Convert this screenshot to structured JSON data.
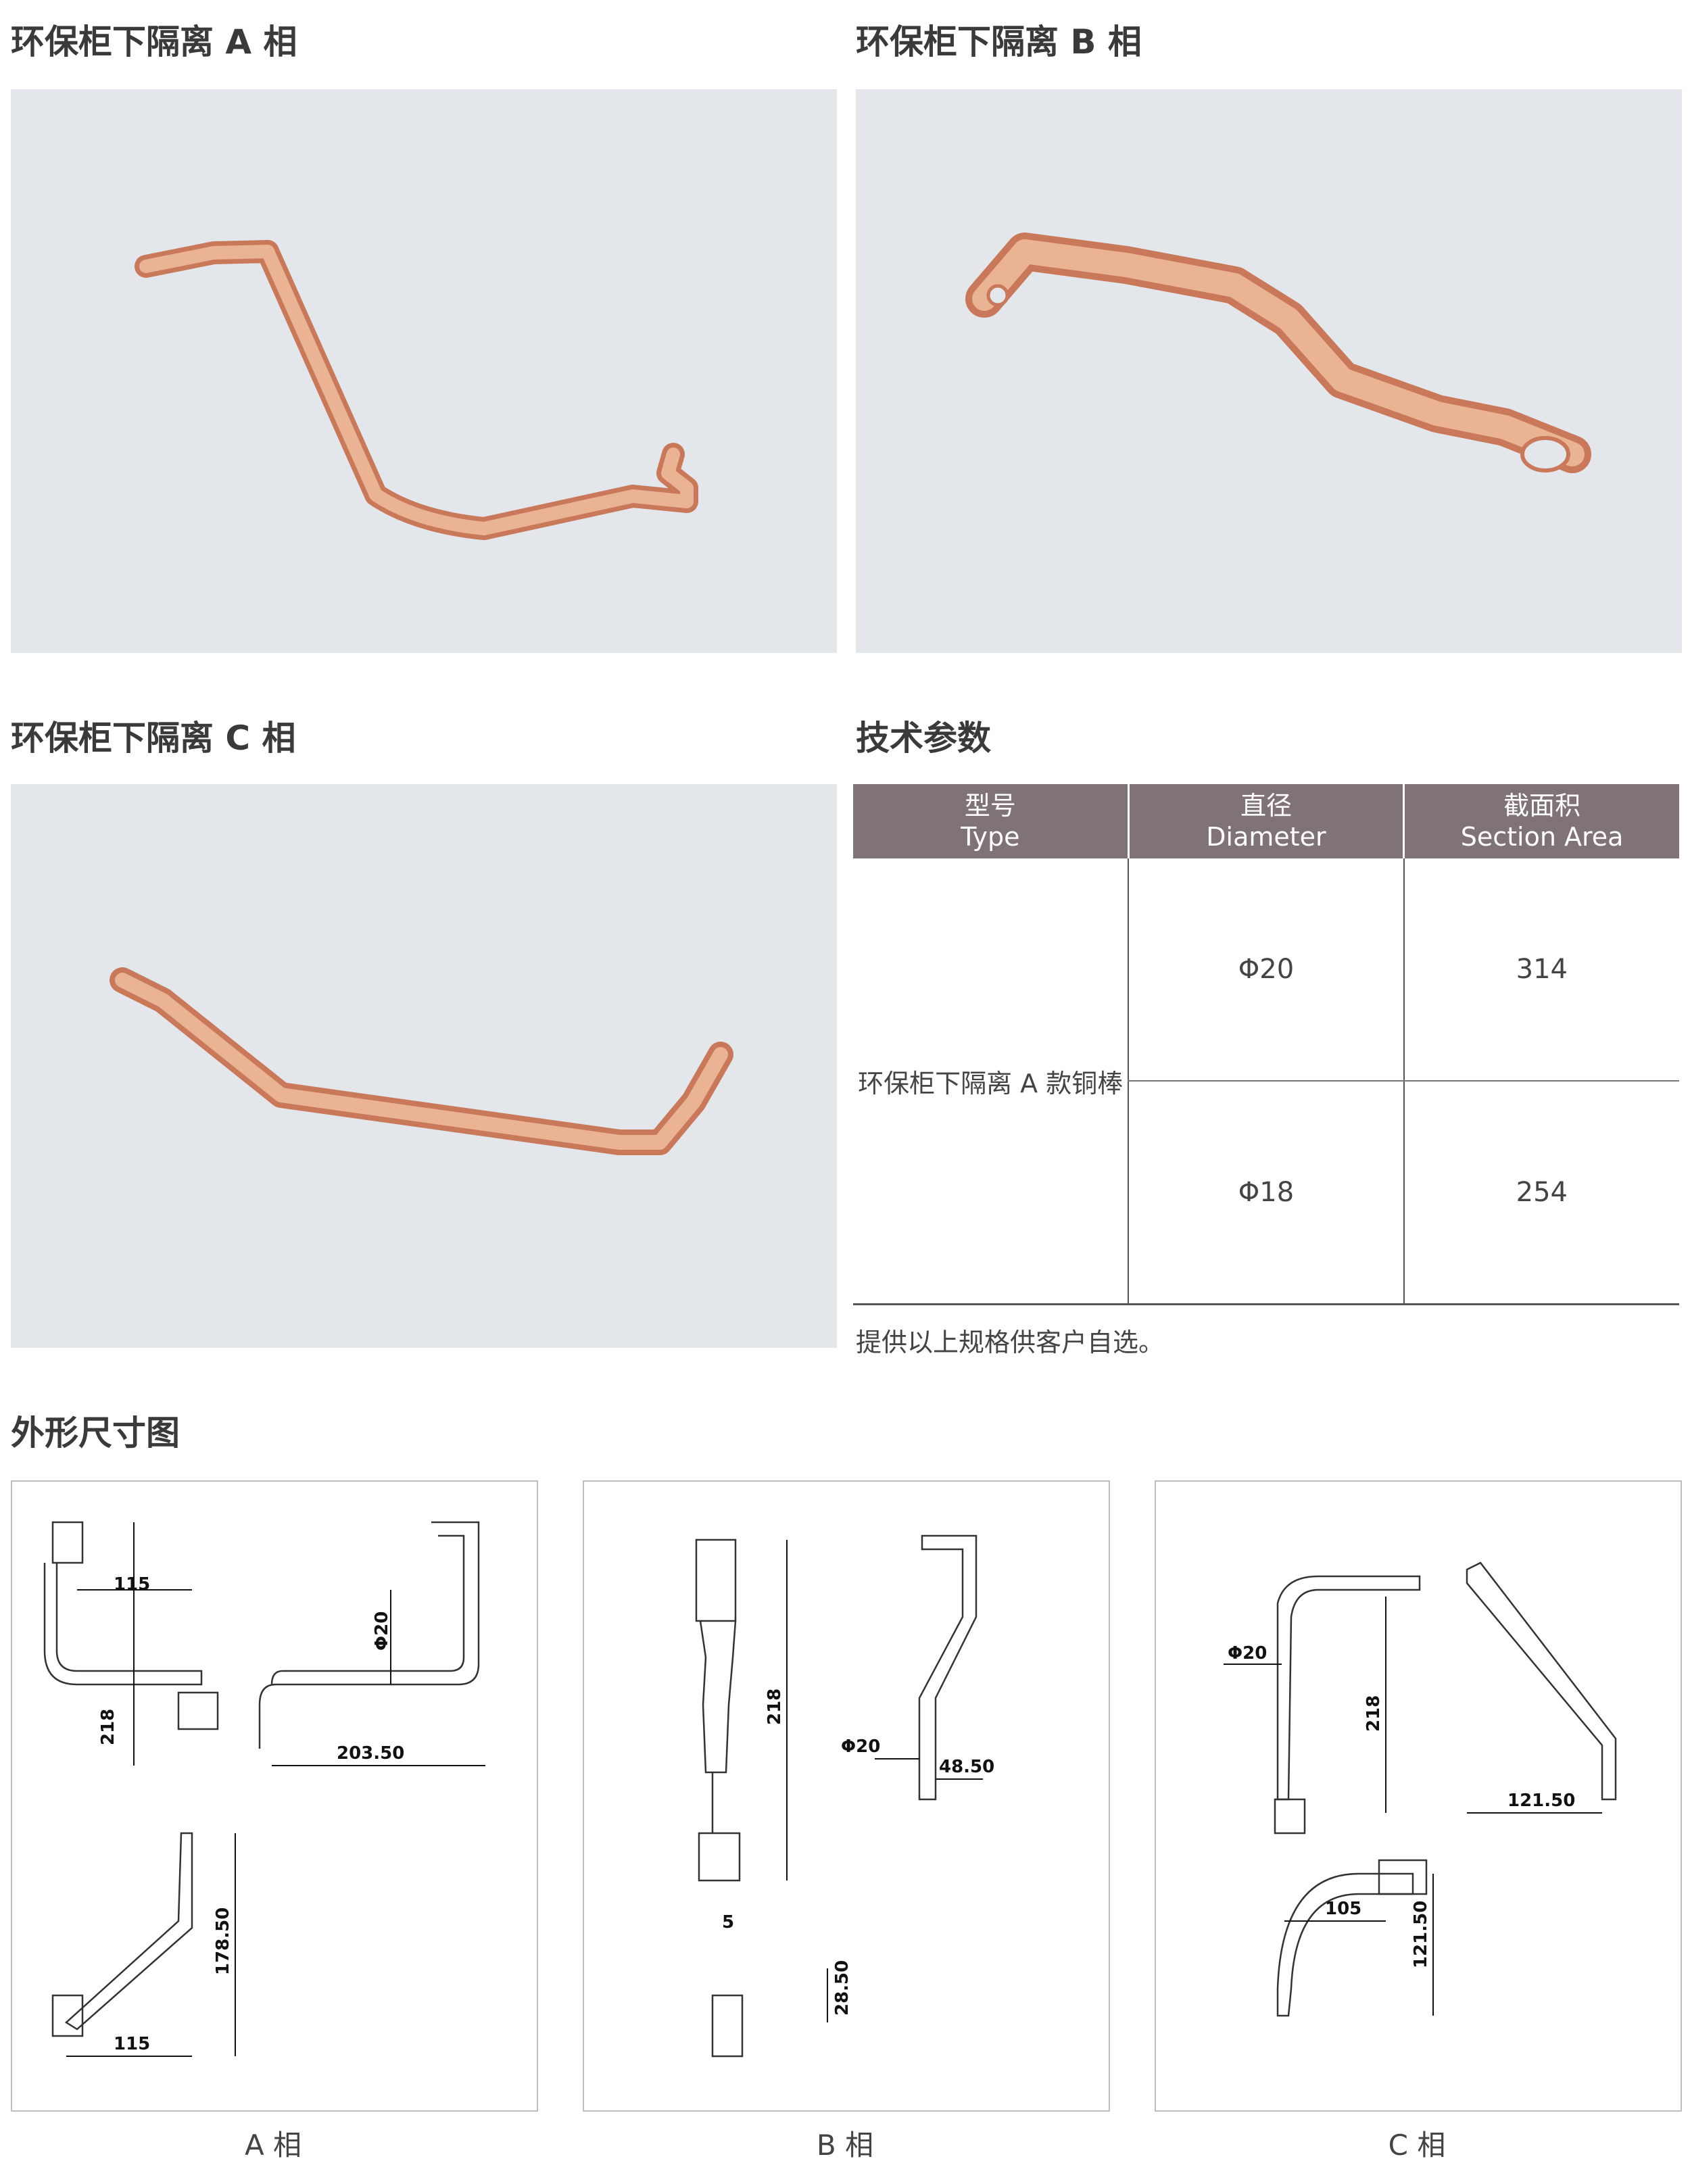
{
  "sections": {
    "phase_a_title": "环保柜下隔离 A 相",
    "phase_b_title": "环保柜下隔离 B 相",
    "phase_c_title": "环保柜下隔离 C 相",
    "tech_title": "技术参数",
    "dims_title": "外形尺寸图"
  },
  "table": {
    "headers": [
      {
        "zh": "型号",
        "en": "Type"
      },
      {
        "zh": "直径",
        "en": "Diameter"
      },
      {
        "zh": "截面积",
        "en": "Section Area"
      }
    ],
    "type_name": "环保柜下隔离 A 款铜棒",
    "rows": [
      {
        "diameter": "Φ20",
        "area": "314"
      },
      {
        "diameter": "Φ18",
        "area": "254"
      }
    ]
  },
  "note": "提供以上规格供客户自选。",
  "drawings": {
    "a": {
      "caption": "A 相",
      "dims": [
        "115",
        "218",
        "Φ20",
        "203.50",
        "178.50",
        "115"
      ]
    },
    "b": {
      "caption": "B 相",
      "dims": [
        "218",
        "Φ20",
        "48.50",
        "5",
        "28.50"
      ]
    },
    "c": {
      "caption": "C 相",
      "dims": [
        "Φ20",
        "218",
        "121.50",
        "105",
        "121.50"
      ]
    }
  },
  "colors": {
    "copper": "#e2a07f",
    "copper_dark": "#c9785a",
    "photo_bg": "#e3e7ec",
    "header_bg": "#807377"
  }
}
